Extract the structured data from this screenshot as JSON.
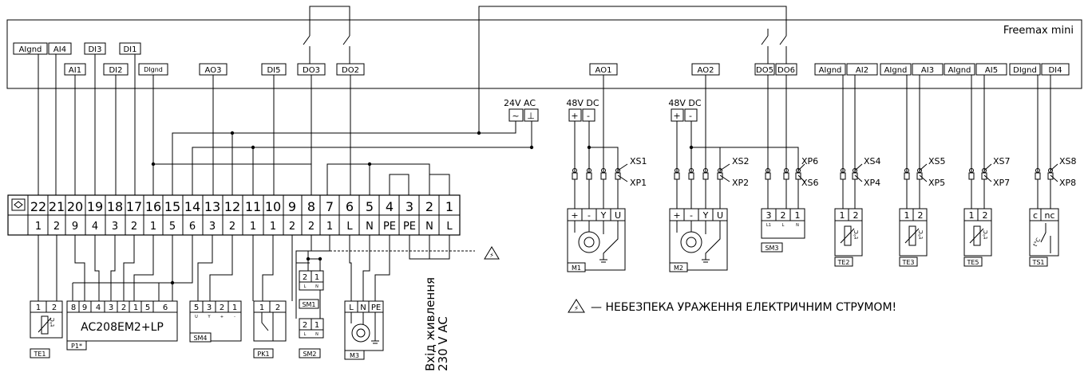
{
  "controller": {
    "title": "Freemax mini"
  },
  "top_terminals": [
    "AIgnd",
    "AI4",
    "DI3",
    "DI1",
    "AI1",
    "DI2",
    "DIgnd",
    "AO3",
    "DI5",
    "DO3",
    "DO2",
    "AO1",
    "AO2",
    "DO5",
    "DO6",
    "AIgnd",
    "AI2",
    "AIgnd",
    "AI3",
    "AIgnd",
    "AI5",
    "DIgnd",
    "DI4"
  ],
  "power_labels": {
    "ac24": "24V AC",
    "dc48_1": "48V DC",
    "dc48_2": "48V DC"
  },
  "signs": {
    "tilde": "~",
    "ground": "⊥",
    "plus": "+",
    "minus": "-"
  },
  "terminal_block": {
    "top": [
      "22",
      "21",
      "20",
      "19",
      "18",
      "17",
      "16",
      "15",
      "14",
      "13",
      "12",
      "11",
      "10",
      "9",
      "8",
      "7",
      "6",
      "5",
      "4",
      "3",
      "2",
      "1"
    ],
    "bottom": [
      "1",
      "2",
      "9",
      "4",
      "3",
      "2",
      "1",
      "5",
      "6",
      "3",
      "2",
      "1",
      "1",
      "2",
      "2",
      "1",
      "L",
      "N",
      "PE",
      "PE",
      "N",
      "L"
    ]
  },
  "connectors": {
    "xs1": "XS1",
    "xp1": "XP1",
    "xs2": "XS2",
    "xp2": "XP2",
    "xp6": "XP6",
    "xs6": "XS6",
    "xs4": "XS4",
    "xp4": "XP4",
    "xs5": "XS5",
    "xp5": "XP5",
    "xs7": "XS7",
    "xp7": "XP7",
    "xs8": "XS8",
    "xp8": "XP8"
  },
  "devices": {
    "te1": {
      "pins": [
        "1",
        "2"
      ],
      "label": "TE1"
    },
    "p1": {
      "pins": [
        "8",
        "9",
        "4",
        "3",
        "2",
        "1",
        "5",
        "6"
      ],
      "name": "AC208EM2+LP",
      "label": "P1*"
    },
    "sm4": {
      "pins": [
        "5",
        "3",
        "2",
        "1"
      ],
      "sub": [
        "U",
        "Y",
        "+",
        "-"
      ],
      "label": "SM4"
    },
    "pk1": {
      "pins": [
        "1",
        "2"
      ],
      "label": "PK1"
    },
    "sm1": {
      "pins": [
        "2",
        "1"
      ],
      "sub": [
        "L",
        "N"
      ],
      "label": "SM1"
    },
    "sm2": {
      "pins": [
        "2",
        "1"
      ],
      "sub": [
        "L",
        "N"
      ],
      "label": "SM2"
    },
    "m3": {
      "pins": [
        "L",
        "N",
        "PE"
      ],
      "label": "M3"
    },
    "m1": {
      "pins": [
        "+",
        "-",
        "Y",
        "U"
      ],
      "label": "M1"
    },
    "m2": {
      "pins": [
        "+",
        "-",
        "Y",
        "U"
      ],
      "label": "M2"
    },
    "sm3": {
      "pins": [
        "3",
        "2",
        "1"
      ],
      "sub": [
        "L1",
        "L",
        "N"
      ],
      "label": "SM3"
    },
    "te2": {
      "pins": [
        "1",
        "2"
      ],
      "label": "TE2"
    },
    "te3": {
      "pins": [
        "1",
        "2"
      ],
      "label": "TE3"
    },
    "te5": {
      "pins": [
        "1",
        "2"
      ],
      "label": "TE5"
    },
    "ts1": {
      "pins": [
        "c",
        "nc"
      ],
      "label": "TS1"
    }
  },
  "temp_symbol": "t°C",
  "power_input": {
    "line1": "Вхід живлення",
    "line2": "230 V AC"
  },
  "warning": {
    "symbol": "⚡",
    "text": "— НЕБЕЗПЕКА УРАЖЕННЯ ЕЛЕКТРИЧНИМ СТРУМОМ!"
  }
}
